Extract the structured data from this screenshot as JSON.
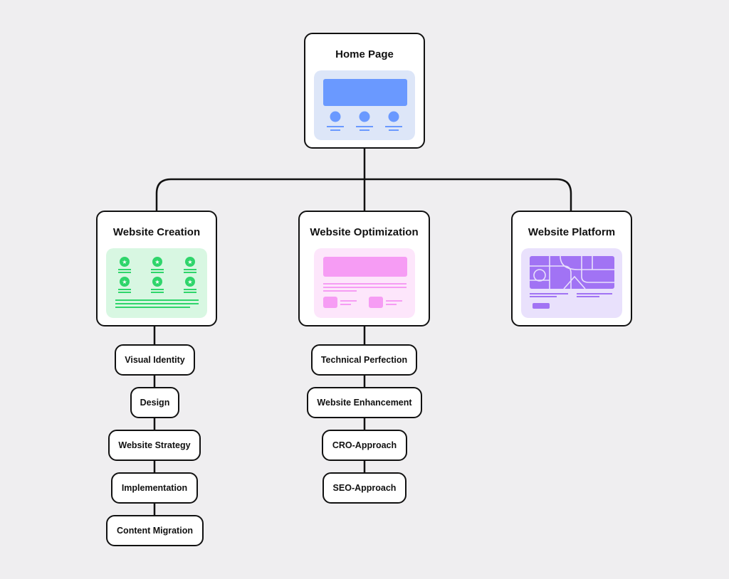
{
  "root": {
    "title": "Home Page",
    "colors": {
      "bg": "#dde6f8",
      "accent": "#6a99ff"
    }
  },
  "branches": [
    {
      "title": "Website Creation",
      "colors": {
        "bg": "#d8f7e2",
        "accent": "#2fd56b"
      },
      "children": [
        "Visual Identity",
        "Design",
        "Website Strategy",
        "Implementation",
        "Content Migration"
      ]
    },
    {
      "title": "Website Optimization",
      "colors": {
        "bg": "#fde6fb",
        "accent": "#f69cf4"
      },
      "children": [
        "Technical Perfection",
        "Website Enhancement",
        "CRO-Approach",
        "SEO-Approach"
      ]
    },
    {
      "title": "Website Platform",
      "colors": {
        "bg": "#e9e1fc",
        "accent": "#a173f4"
      },
      "children": []
    }
  ]
}
